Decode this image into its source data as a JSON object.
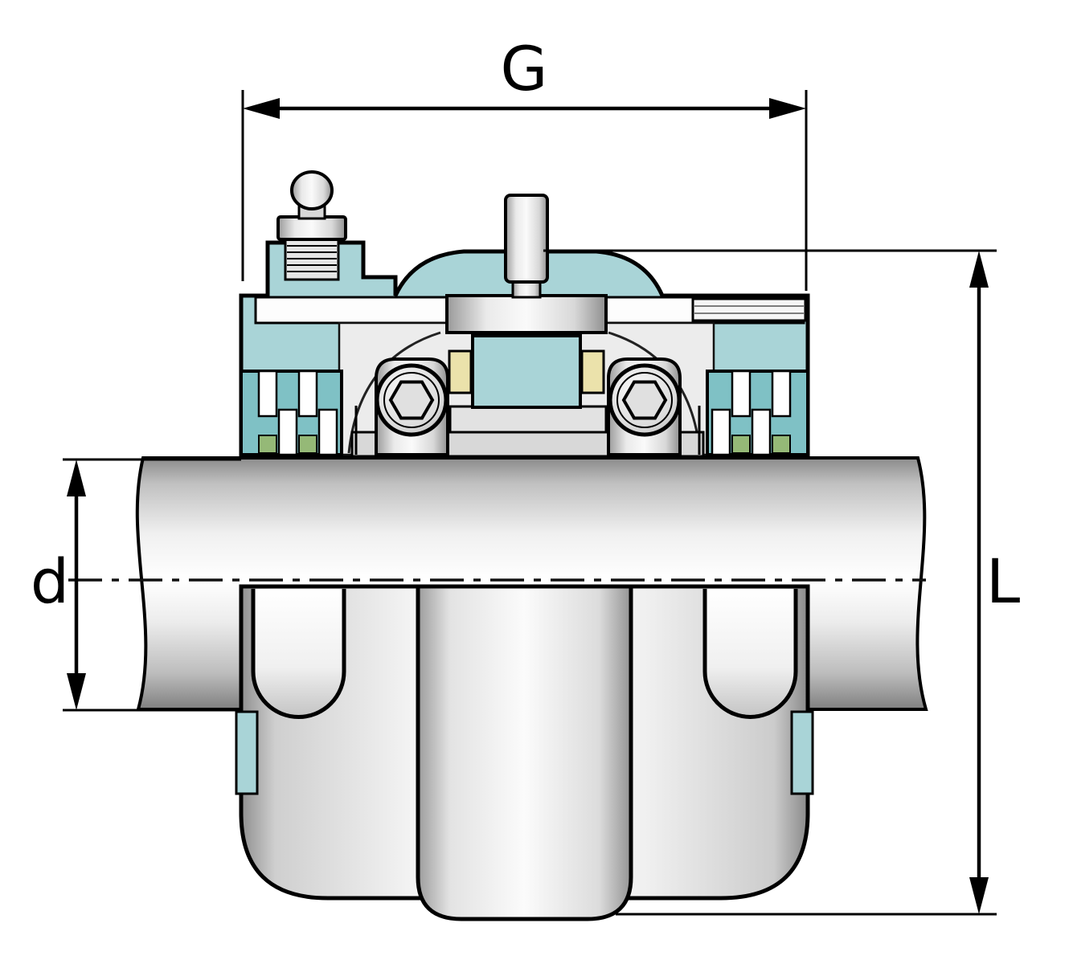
{
  "diagram": {
    "dimension_labels": {
      "g": "G",
      "d": "d",
      "l": "L"
    },
    "colors": {
      "housing_teal": "#a9d4d7",
      "housing_teal_dark": "#7fc1c5",
      "seal_green": "#95b977",
      "cage_cream": "#ebe2ab",
      "outline": "#000000",
      "background": "#ffffff"
    }
  }
}
